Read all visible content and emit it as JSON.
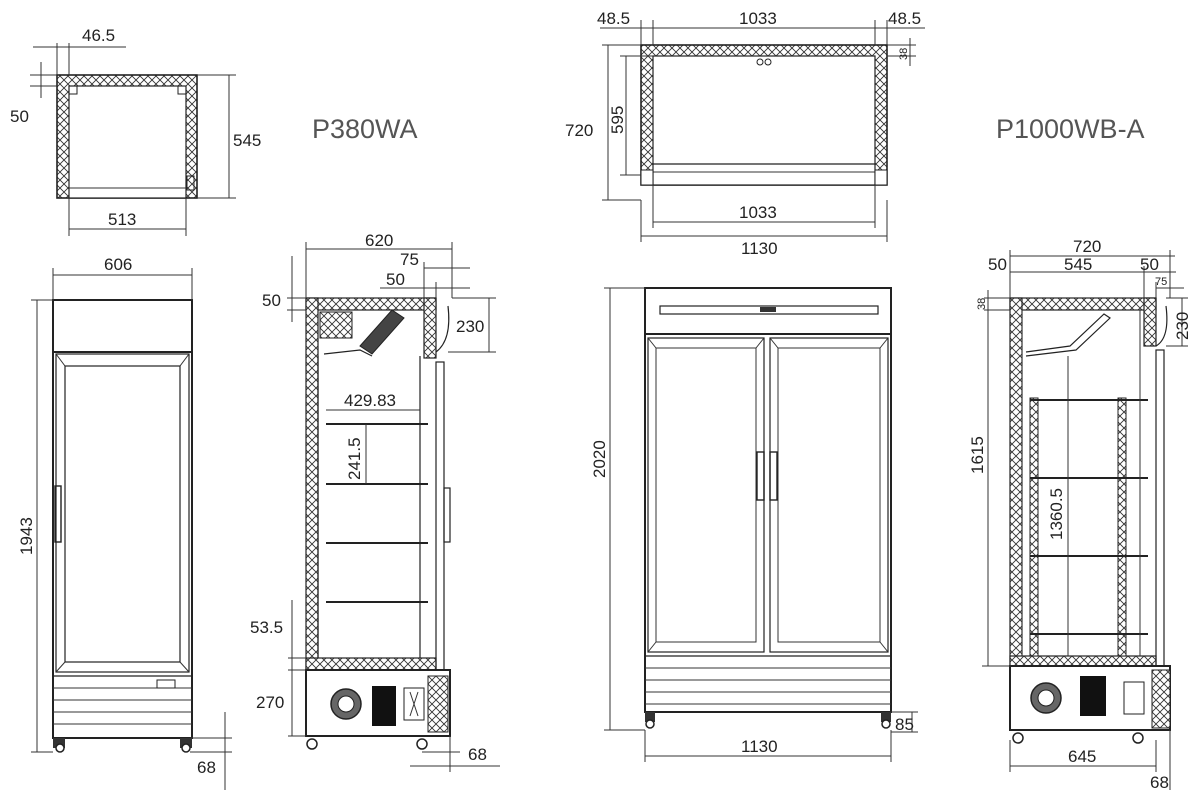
{
  "models": {
    "p380": "P380WA",
    "p1000": "P1000WB-A"
  },
  "p380_top": {
    "wall": "46.5",
    "depth_inner": "50",
    "depth": "545",
    "width_inner": "513"
  },
  "p380_front": {
    "width": "606",
    "height": "1943",
    "foot": "68"
  },
  "p380_side": {
    "depth": "620",
    "d75": "75",
    "d50": "50",
    "top_wall": "50",
    "canopy": "230",
    "shelf_depth": "429.83",
    "shelf_pitch": "241.5",
    "floor": "53.5",
    "base": "270",
    "foot": "68"
  },
  "p1000_top": {
    "wall_left": "48.5",
    "width_inner": "1033",
    "wall_right": "48.5",
    "depth": "720",
    "depth_inner": "595",
    "small": "38",
    "width_inner_bottom": "1033",
    "width": "1130"
  },
  "p1000_front": {
    "height": "2020",
    "width": "1130",
    "foot": "85"
  },
  "p1000_side": {
    "depth": "720",
    "d545": "545",
    "d50a": "50",
    "d50b": "50",
    "d75": "75",
    "small": "38",
    "canopy": "230",
    "interior": "1615",
    "shelf_span": "1360.5",
    "base_depth": "645",
    "foot": "68"
  }
}
